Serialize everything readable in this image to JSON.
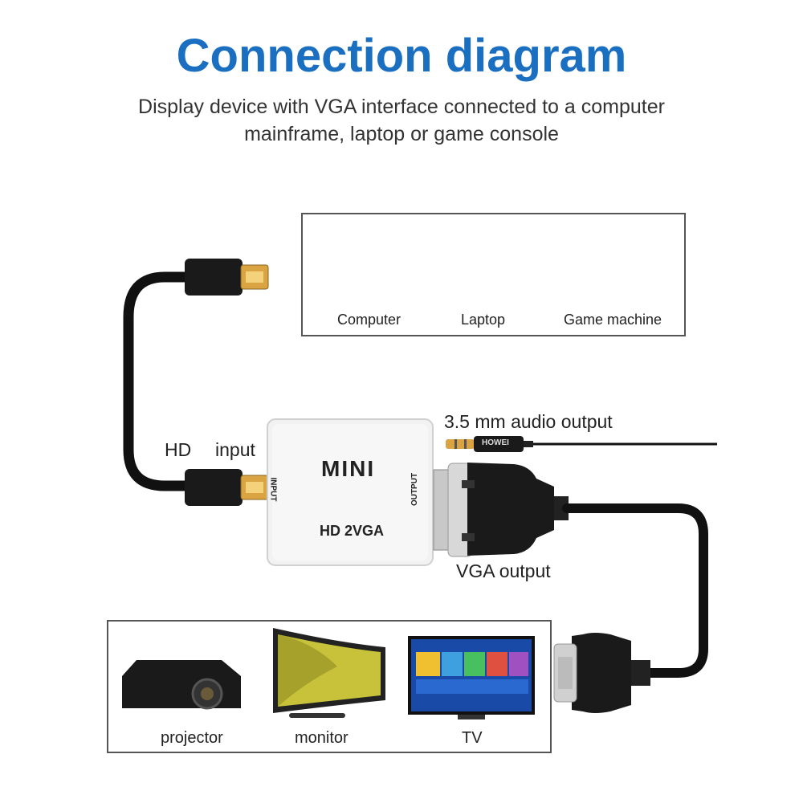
{
  "header": {
    "title": "Connection diagram",
    "subtitle": "Display device with VGA interface connected to a computer mainframe, laptop or game console"
  },
  "sources": {
    "items": [
      {
        "label": "Computer",
        "icon": "computer-tower-icon"
      },
      {
        "label": "Laptop",
        "icon": "laptop-icon"
      },
      {
        "label": "Game machine",
        "icon": "game-console-icon"
      }
    ]
  },
  "adapter": {
    "brand": "MINI",
    "model": "HD 2VGA",
    "input_port_label": "INPUT",
    "output_port_label": "OUTPUT",
    "color": "#f2f2f2"
  },
  "labels": {
    "hd": "HD",
    "input": "input",
    "audio_output": "3.5 mm audio output",
    "vga_output": "VGA output",
    "jack_brand": "HOWEI"
  },
  "displays": {
    "items": [
      {
        "label": "projector",
        "icon": "projector-icon"
      },
      {
        "label": "monitor",
        "icon": "monitor-icon"
      },
      {
        "label": "TV",
        "icon": "tv-icon"
      }
    ]
  },
  "colors": {
    "title": "#1a6fc0",
    "cable": "#111111",
    "connector_gold": "#d9a441",
    "box_border": "#555555"
  }
}
